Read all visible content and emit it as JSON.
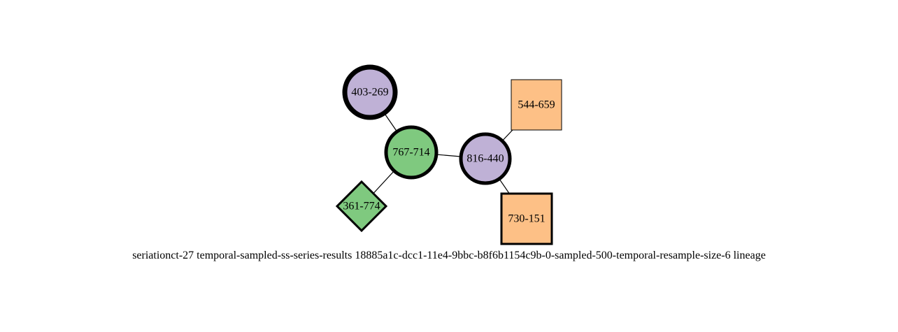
{
  "graph": {
    "caption": "seriationct-27  temporal-sampled-ss-series-results  18885a1c-dcc1-11e4-9bbc-b8f6b1154c9b-0-sampled-500-temporal-resample-size-6  lineage",
    "colors": {
      "purple": "#bfb1d6",
      "green": "#7fc97f",
      "orange": "#fdc086",
      "edge": "#000000",
      "stroke": "#000000"
    },
    "nodes": [
      {
        "id": "n403",
        "label": "403-269",
        "shape": "circle",
        "fill": "purple"
      },
      {
        "id": "n767",
        "label": "767-714",
        "shape": "circle",
        "fill": "green"
      },
      {
        "id": "n361",
        "label": "361-774",
        "shape": "diamond",
        "fill": "green"
      },
      {
        "id": "n816",
        "label": "816-440",
        "shape": "circle",
        "fill": "purple"
      },
      {
        "id": "n544",
        "label": "544-659",
        "shape": "square",
        "fill": "orange"
      },
      {
        "id": "n730",
        "label": "730-151",
        "shape": "square",
        "fill": "orange"
      }
    ],
    "edges": [
      {
        "from": "n403",
        "to": "n767"
      },
      {
        "from": "n767",
        "to": "n361"
      },
      {
        "from": "n767",
        "to": "n816"
      },
      {
        "from": "n816",
        "to": "n544"
      },
      {
        "from": "n816",
        "to": "n730"
      }
    ]
  }
}
